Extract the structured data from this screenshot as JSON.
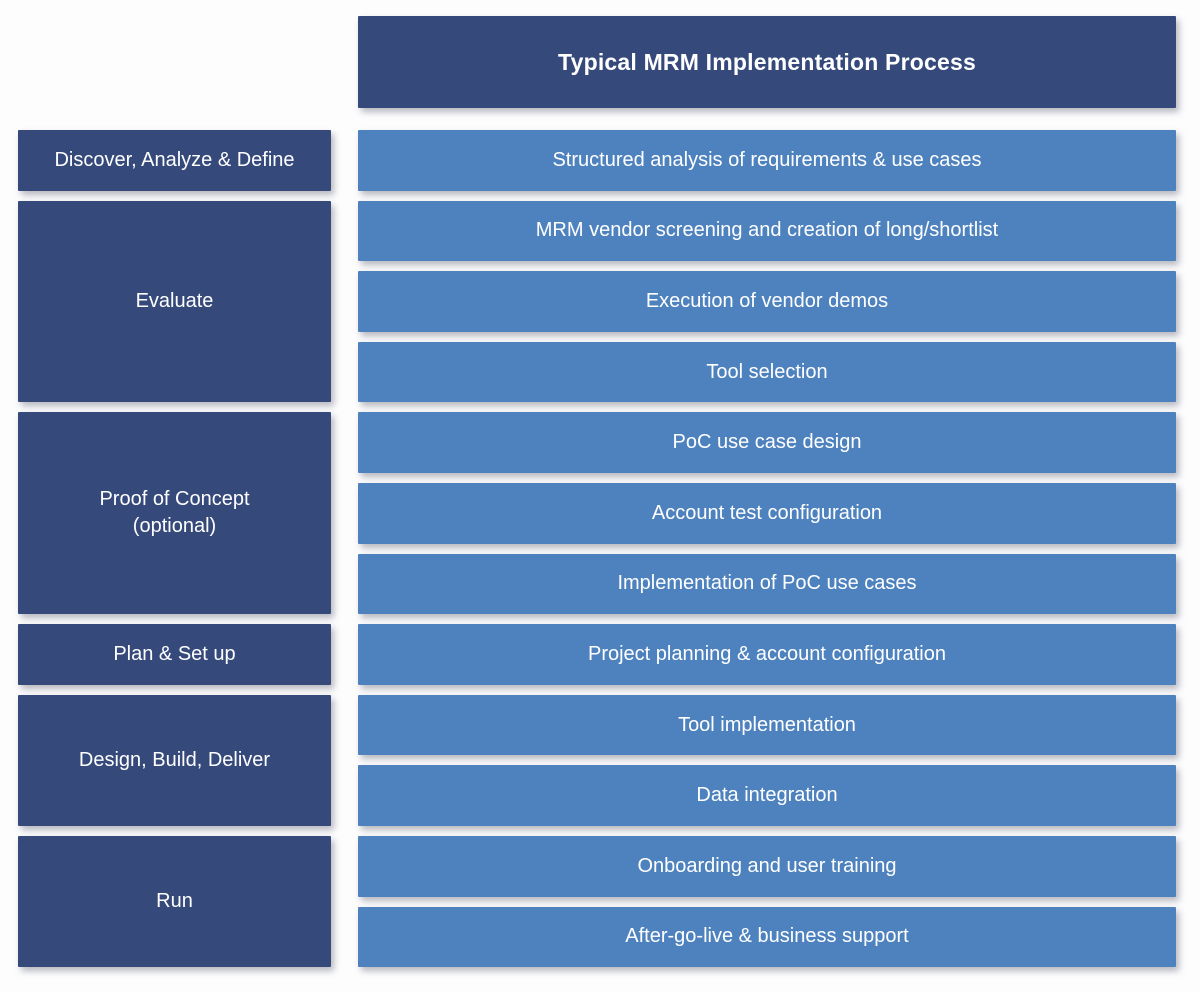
{
  "title": "Typical MRM Implementation Process",
  "colors": {
    "phase_bg": "#35497B",
    "step_bg": "#4E82BE",
    "text_color": "#FFFFFF"
  },
  "phases": [
    {
      "label": "Discover, Analyze & Define"
    },
    {
      "label": "Evaluate"
    },
    {
      "label": "Proof of Concept",
      "label2": "(optional)"
    },
    {
      "label": "Plan & Set up"
    },
    {
      "label": "Design, Build, Deliver"
    },
    {
      "label": "Run"
    }
  ],
  "steps": [
    "Structured analysis of requirements & use cases",
    "MRM vendor screening and creation of long/shortlist",
    "Execution of vendor demos",
    "Tool selection",
    "PoC use case design",
    "Account test configuration",
    "Implementation of PoC use cases",
    "Project planning & account configuration",
    "Tool implementation",
    "Data integration",
    "Onboarding and user training",
    "After-go-live & business support"
  ]
}
